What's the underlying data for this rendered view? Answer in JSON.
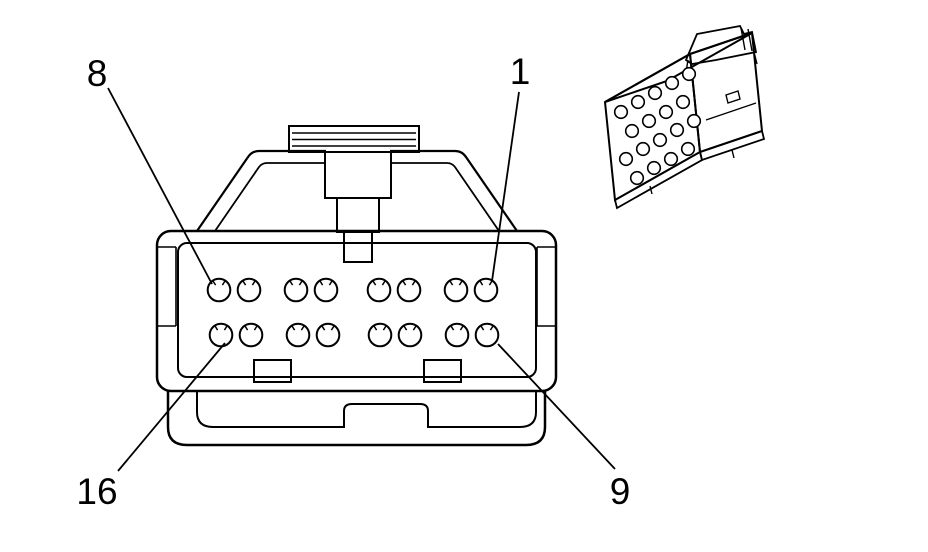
{
  "figure": {
    "callouts": [
      {
        "id": "pin-8",
        "text": "8"
      },
      {
        "id": "pin-1",
        "text": "1"
      },
      {
        "id": "pin-16",
        "text": "16"
      },
      {
        "id": "pin-9",
        "text": "9"
      }
    ],
    "colors": {
      "line": "#000000",
      "background": "#ffffff"
    }
  }
}
